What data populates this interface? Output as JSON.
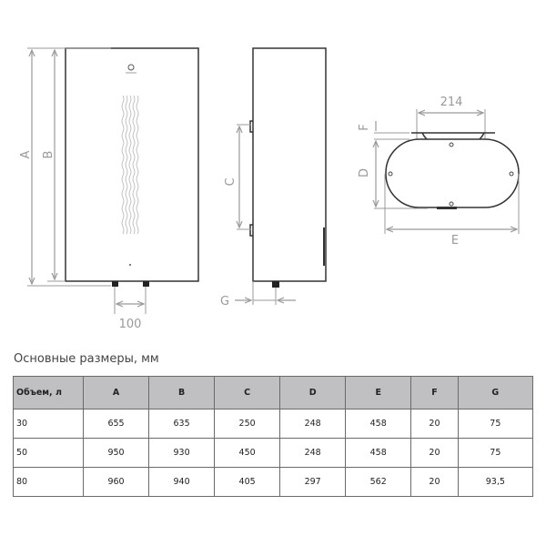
{
  "diagram": {
    "front_view": {
      "labels": {
        "a": "A",
        "b": "B",
        "spacing": "100"
      }
    },
    "side_view": {
      "labels": {
        "c": "C",
        "g": "G"
      }
    },
    "top_view": {
      "labels": {
        "width": "214",
        "f": "F",
        "d": "D",
        "e": "E"
      }
    }
  },
  "caption": "Основные размеры, мм",
  "table": {
    "headers": [
      "Объем, л",
      "A",
      "B",
      "C",
      "D",
      "E",
      "F",
      "G"
    ],
    "rows": [
      [
        "30",
        "655",
        "635",
        "250",
        "248",
        "458",
        "20",
        "75"
      ],
      [
        "50",
        "950",
        "930",
        "450",
        "248",
        "458",
        "20",
        "75"
      ],
      [
        "80",
        "960",
        "940",
        "405",
        "297",
        "562",
        "20",
        "93,5"
      ]
    ]
  }
}
